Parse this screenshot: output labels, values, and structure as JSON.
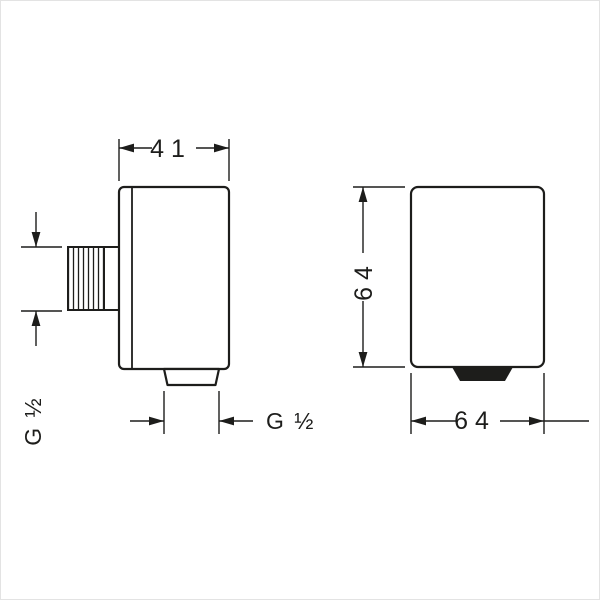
{
  "drawing": {
    "background": "#ffffff",
    "line_color": "#1d1d1b",
    "labels": {
      "depth_mm": "41",
      "height_mm": "64",
      "width_mm": "64",
      "inlet_thread": "G ½",
      "outlet_thread": "G ½"
    }
  }
}
